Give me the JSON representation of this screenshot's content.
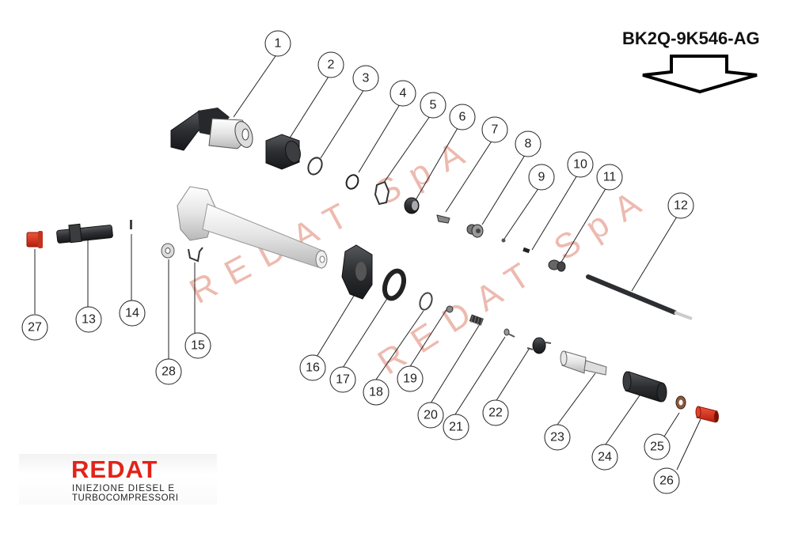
{
  "header": {
    "part_code": "BK2Q-9K546-AG",
    "arrow_icon": "down-arrow-icon"
  },
  "watermark": {
    "text_1": "REDAT SpA",
    "text_2": "REDAT SpA"
  },
  "logo": {
    "title": "REDAT",
    "subtitle_line1": "INIEZIONE DIESEL E",
    "subtitle_line2": "TURBOCOMPRESSORI",
    "brand_color": "#e2231a"
  },
  "callouts": [
    {
      "id": "1",
      "label": "1"
    },
    {
      "id": "2",
      "label": "2"
    },
    {
      "id": "3",
      "label": "3"
    },
    {
      "id": "4",
      "label": "4"
    },
    {
      "id": "5",
      "label": "5"
    },
    {
      "id": "6",
      "label": "6"
    },
    {
      "id": "7",
      "label": "7"
    },
    {
      "id": "8",
      "label": "8"
    },
    {
      "id": "9",
      "label": "9"
    },
    {
      "id": "10",
      "label": "10"
    },
    {
      "id": "11",
      "label": "11"
    },
    {
      "id": "12",
      "label": "12"
    },
    {
      "id": "13",
      "label": "13"
    },
    {
      "id": "14",
      "label": "14"
    },
    {
      "id": "15",
      "label": "15"
    },
    {
      "id": "16",
      "label": "16"
    },
    {
      "id": "17",
      "label": "17"
    },
    {
      "id": "18",
      "label": "18"
    },
    {
      "id": "19",
      "label": "19"
    },
    {
      "id": "20",
      "label": "20"
    },
    {
      "id": "21",
      "label": "21"
    },
    {
      "id": "22",
      "label": "22"
    },
    {
      "id": "23",
      "label": "23"
    },
    {
      "id": "24",
      "label": "24"
    },
    {
      "id": "25",
      "label": "25"
    },
    {
      "id": "26",
      "label": "26"
    },
    {
      "id": "27",
      "label": "27"
    },
    {
      "id": "28",
      "label": "28"
    }
  ],
  "colors": {
    "part_dark": "#2b2d30",
    "part_light": "#e6e6e6",
    "part_red": "#d8321c",
    "part_copper": "#8a5a3c",
    "watermark": "#e8a396"
  }
}
